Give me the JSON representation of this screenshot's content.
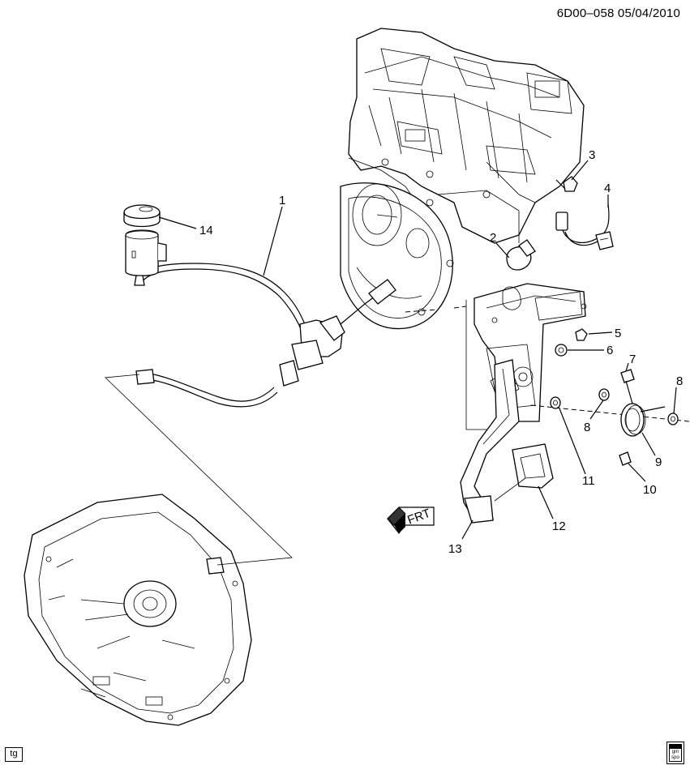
{
  "header": {
    "code": "6D00–058",
    "date": "05/04/2010"
  },
  "corner_badge": "tg",
  "logo": {
    "top": "gm",
    "bottom": "spo"
  },
  "frt_label": "FRT",
  "callouts": [
    "1",
    "2",
    "3",
    "4",
    "5",
    "6",
    "7",
    "8",
    "8",
    "9",
    "10",
    "11",
    "12",
    "13",
    "14"
  ]
}
